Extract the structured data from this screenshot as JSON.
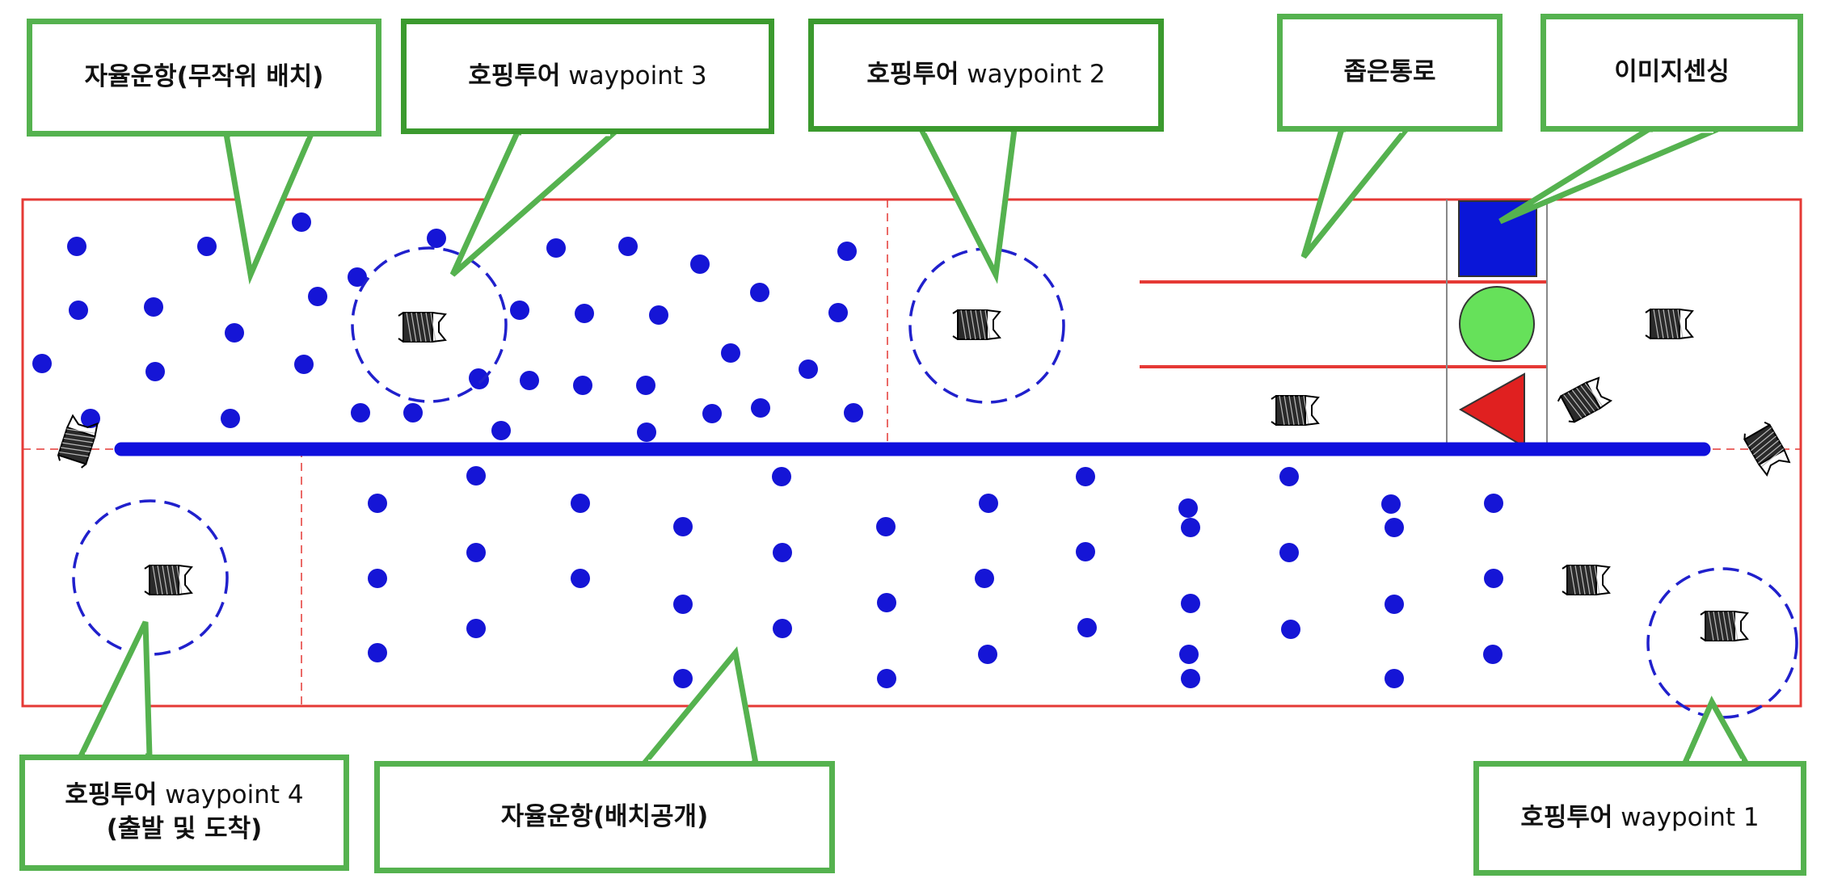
{
  "colors": {
    "boundary": "#e53935",
    "track": "#1010dd",
    "obstacle": "#1515d6",
    "waypoint_circle": "#2020cc",
    "callout_border": "#55b24f",
    "callout_border_dark": "#3b9a2e",
    "signal_square": "#0a16d8",
    "signal_circle": "#66e15a",
    "signal_triangle": "#e02020",
    "boat": "#2a2a2a"
  },
  "icons": {
    "boat": "boat-icon",
    "signal_square": "blue-square-icon",
    "signal_circle": "green-circle-icon",
    "signal_triangle": "red-triangle-icon"
  },
  "callouts": {
    "autonomous_random": {
      "label": "자율운항(무작위 배치)"
    },
    "hoping_wp3": {
      "title": "호핑투어",
      "suffix": " waypoint 3"
    },
    "hoping_wp2": {
      "title": "호핑투어",
      "suffix": " waypoint 2"
    },
    "narrow_passage": {
      "label": "좁은통로"
    },
    "image_sensing": {
      "label": "이미지센싱"
    },
    "hoping_wp4": {
      "title": "호핑투어",
      "suffix": " waypoint 4",
      "subtitle": "(출발 및 도착)"
    },
    "autonomous_known": {
      "label": "자율운항(배치공개)"
    },
    "hoping_wp1": {
      "title": "호핑투어",
      "suffix": " waypoint 1"
    }
  }
}
